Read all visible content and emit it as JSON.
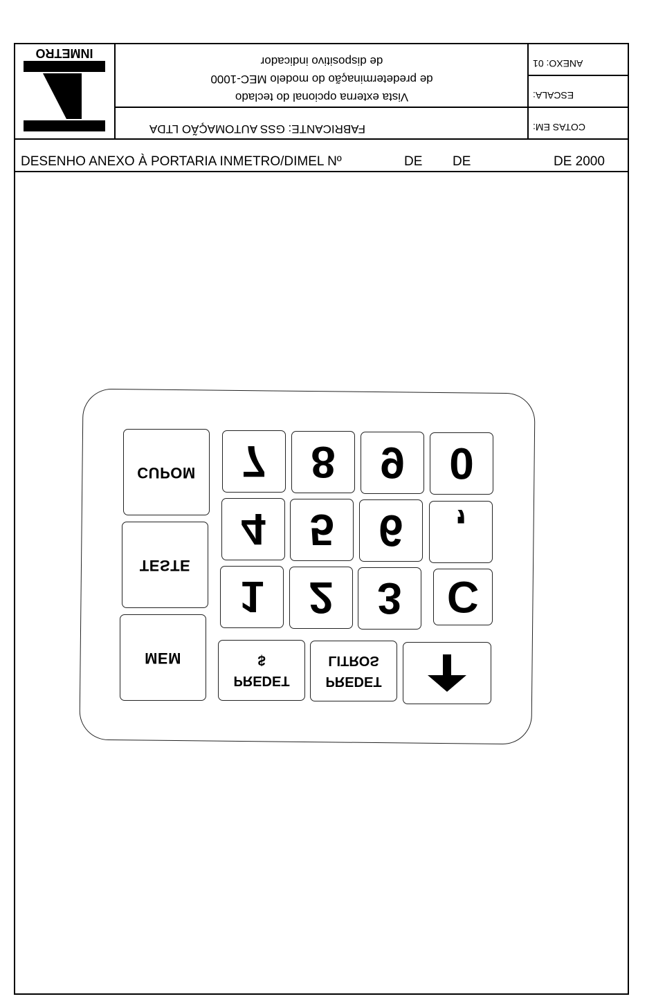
{
  "header": {
    "logo_text": "INMETRO",
    "title_line1": "Vista externa opcional do teclado",
    "title_line2": "de predeterminação do modelo MEC-1000",
    "title_line3": "de dispositivo indicador",
    "manufacturer": "FABRICANTE: GSS AUTOMAÇÃO LTDA",
    "annex": "ANEXO: 01",
    "scale": "ESCALA:",
    "units": "COTAS EM:"
  },
  "subheader": {
    "text": "DESENHO ANEXO À PORTARIA INMETRO/DIMEL Nº",
    "de1": "DE",
    "de2": "DE",
    "year": "DE 2000"
  },
  "keypad": {
    "row1": [
      "7",
      "8",
      "9",
      "0"
    ],
    "row2": [
      "4",
      "5",
      "6",
      ","
    ],
    "row3": [
      "1",
      "2",
      "3",
      "C"
    ],
    "cupom": "CUPOM",
    "teste": "TESTE",
    "mem": "MEM",
    "predet_money_top": "PREDET",
    "predet_money_bottom": "$",
    "predet_liters_top": "PREDET",
    "predet_liters_bottom": "LITROS",
    "enter_icon": "arrow-icon"
  }
}
